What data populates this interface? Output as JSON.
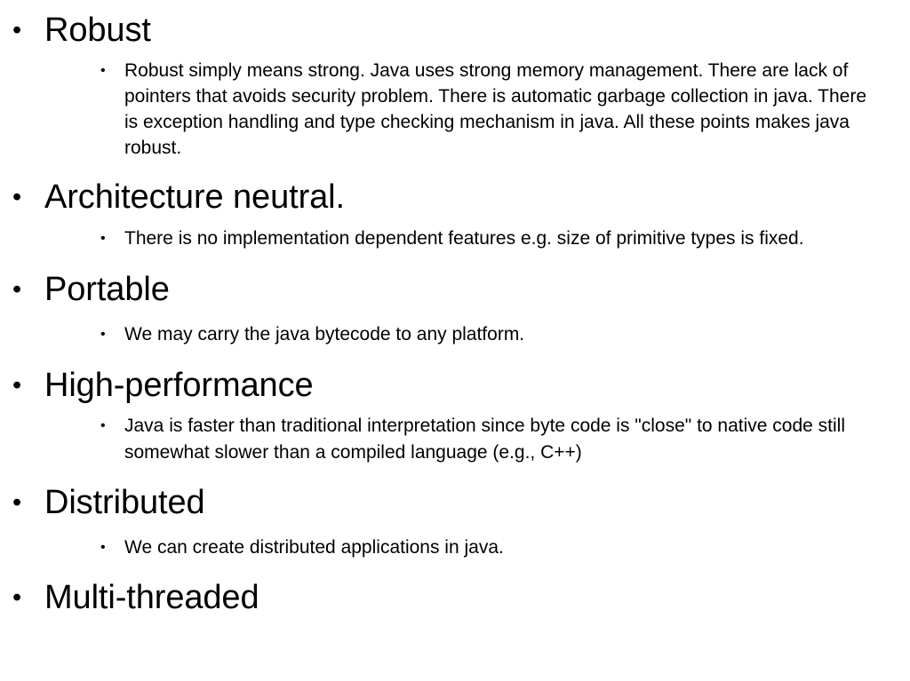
{
  "slide": {
    "background_color": "#ffffff",
    "text_color": "#000000",
    "bullet_glyph_level1": "•",
    "bullet_glyph_level2": "•",
    "items": [
      {
        "heading": "Robust",
        "body": "Robust simply means strong. Java uses strong memory management. There are lack of pointers that avoids security problem. There is automatic garbage collection in java. There is exception handling and type checking mechanism in java. All these points makes java robust."
      },
      {
        "heading": "Architecture neutral.",
        "body": "There is no implementation dependent features e.g. size of primitive types is fixed."
      },
      {
        "heading": "Portable",
        "body": "We may carry the java bytecode to any platform."
      },
      {
        "heading": "High-performance",
        "body": "Java is faster than traditional interpretation since byte code is \"close\" to native code still somewhat slower than a compiled language (e.g., C++)"
      },
      {
        "heading": "Distributed",
        "body": "We can create distributed applications in java."
      },
      {
        "heading": "Multi-threaded",
        "body": null
      }
    ]
  }
}
